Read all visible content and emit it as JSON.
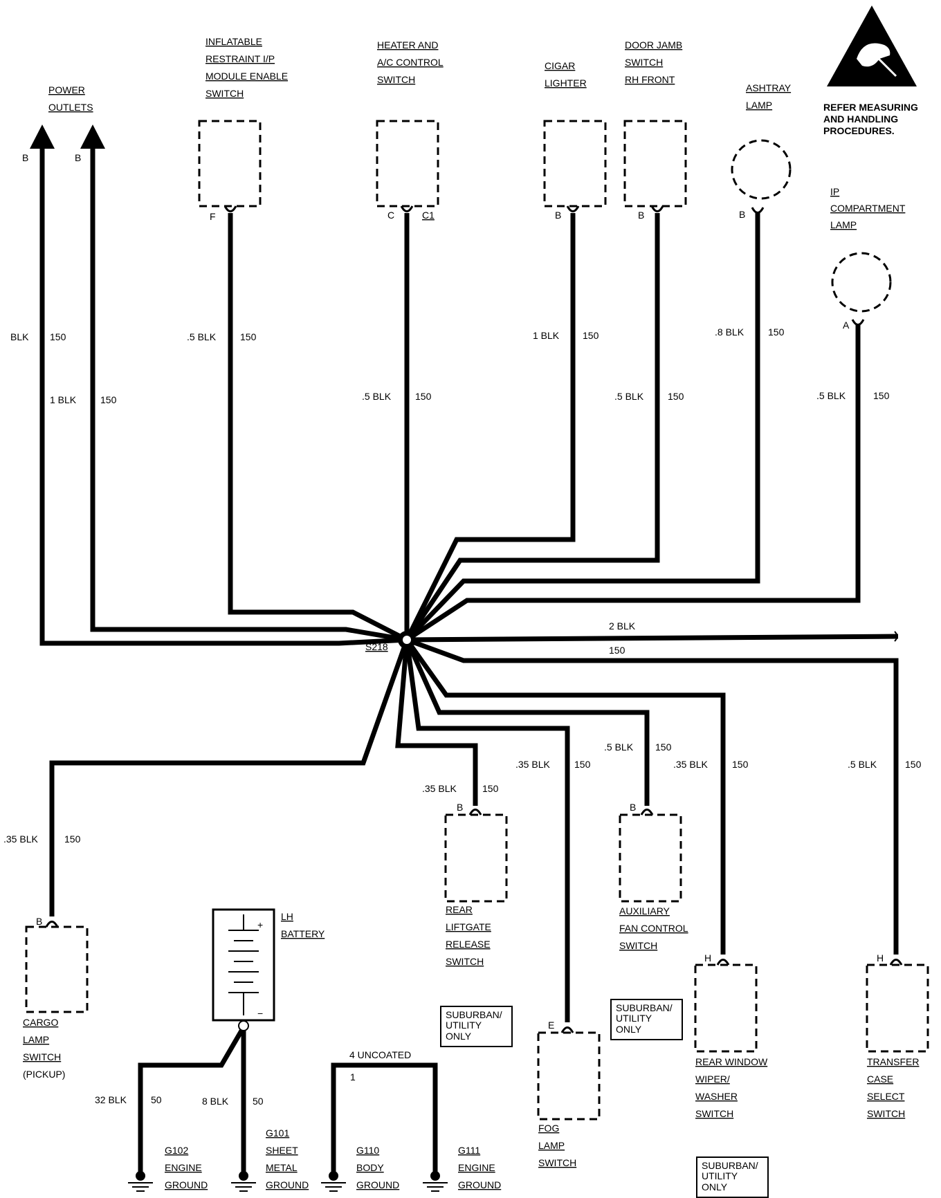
{
  "warning": {
    "lines": [
      "REFER MEASURING",
      "AND HANDLING",
      "PROCEDURES."
    ]
  },
  "splice": {
    "label": "S218"
  },
  "components": {
    "power_outlets": {
      "label": [
        "POWER",
        "OUTLETS"
      ],
      "pins": [
        "B",
        "B"
      ],
      "wires": [
        [
          "BLK",
          "150"
        ],
        [
          "1 BLK",
          "150"
        ]
      ]
    },
    "inflatable": {
      "label": [
        "INFLATABLE",
        "RESTRAINT I/P",
        "MODULE ENABLE",
        "SWITCH"
      ],
      "pin": "F",
      "wire": [
        ".5 BLK",
        "150"
      ]
    },
    "heater": {
      "label": [
        "HEATER AND",
        "A/C CONTROL",
        "SWITCH"
      ],
      "pins": [
        "C",
        "C1"
      ],
      "wire": [
        ".5 BLK",
        "150"
      ]
    },
    "cigar": {
      "label": [
        "CIGAR",
        "LIGHTER"
      ],
      "pin": "B",
      "wire": [
        "1 BLK",
        "150"
      ]
    },
    "door_jamb": {
      "label": [
        "DOOR JAMB",
        "SWITCH",
        "RH FRONT"
      ],
      "pin": "B",
      "wire": [
        ".5 BLK",
        "150"
      ]
    },
    "ashtray": {
      "label": [
        "ASHTRAY",
        "LAMP"
      ],
      "pin": "B",
      "wire": [
        ".8 BLK",
        "150"
      ]
    },
    "ip_comp": {
      "label": [
        "IP",
        "COMPARTMENT",
        "LAMP"
      ],
      "pin": "A",
      "wire": [
        ".5 BLK",
        "150"
      ]
    },
    "right_wire": {
      "wire": [
        "2 BLK",
        "150"
      ]
    },
    "cargo": {
      "label": [
        "CARGO",
        "LAMP",
        "SWITCH",
        "(PICKUP)"
      ],
      "pin": "B",
      "wire": [
        ".35 BLK",
        "150"
      ]
    },
    "rear_liftgate": {
      "label": [
        "REAR",
        "LIFTGATE",
        "RELEASE",
        "SWITCH"
      ],
      "pin": "B",
      "wire": [
        ".35 BLK",
        "150"
      ]
    },
    "fog": {
      "label": [
        "FOG",
        "LAMP",
        "SWITCH"
      ],
      "pin": "E",
      "wire": [
        ".35 BLK",
        "150"
      ]
    },
    "aux_fan": {
      "label": [
        "AUXILIARY",
        "FAN CONTROL",
        "SWITCH"
      ],
      "pin": "B",
      "wire": [
        ".5 BLK",
        "150"
      ]
    },
    "rear_window": {
      "label": [
        "REAR WINDOW",
        "WIPER/",
        "WASHER",
        "SWITCH"
      ],
      "pin": "H",
      "wire": [
        ".35 BLK",
        "150"
      ]
    },
    "transfer": {
      "label": [
        "TRANSFER",
        "CASE",
        "SELECT",
        "SWITCH"
      ],
      "pin": "H",
      "wire": [
        ".5 BLK",
        "150"
      ]
    },
    "battery": {
      "label": [
        "LH",
        "BATTERY"
      ],
      "plus": "+",
      "minus": "−"
    },
    "batt_wires": {
      "left": [
        "32 BLK",
        "50"
      ],
      "right": [
        "8 BLK",
        "50"
      ]
    },
    "uncoated": {
      "label": "4 UNCOATED",
      "pin": "1"
    },
    "g102": {
      "label": [
        "G102",
        "ENGINE",
        "GROUND"
      ]
    },
    "g101": {
      "label": [
        "G101",
        "SHEET",
        "METAL",
        "GROUND"
      ]
    },
    "g110": {
      "label": [
        "G110",
        "BODY",
        "GROUND"
      ]
    },
    "g111": {
      "label": [
        "G111",
        "ENGINE",
        "GROUND"
      ]
    }
  },
  "notes": {
    "suburban": [
      "SUBURBAN/",
      "UTILITY",
      "ONLY"
    ]
  }
}
